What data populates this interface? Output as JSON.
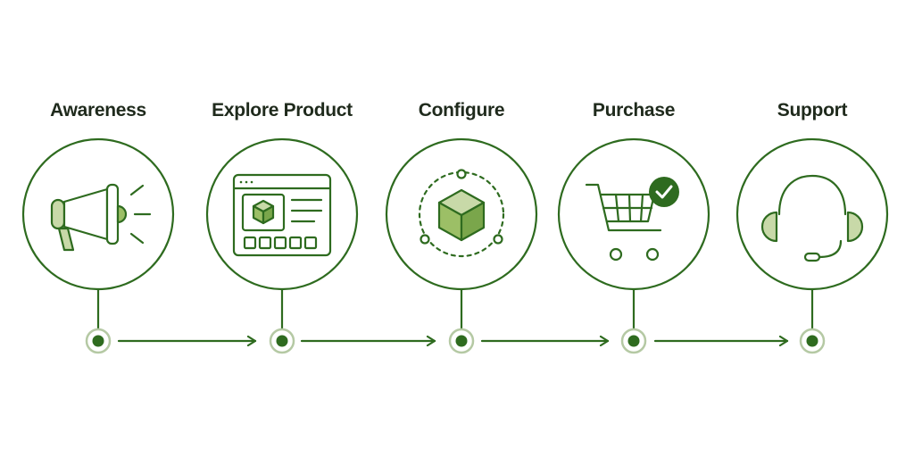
{
  "colors": {
    "primary": "#2e6b1f",
    "light_fill": "#c8d9a8",
    "mid_fill": "#9cbf66",
    "node_ring": "#b5c9a4",
    "text": "#1f2a1c",
    "background": "#ffffff"
  },
  "steps": [
    {
      "label": "Awareness",
      "icon": "megaphone-icon"
    },
    {
      "label": "Explore Product",
      "icon": "product-page-icon"
    },
    {
      "label": "Configure",
      "icon": "cube-configure-icon"
    },
    {
      "label": "Purchase",
      "icon": "cart-check-icon"
    },
    {
      "label": "Support",
      "icon": "headset-icon"
    }
  ]
}
